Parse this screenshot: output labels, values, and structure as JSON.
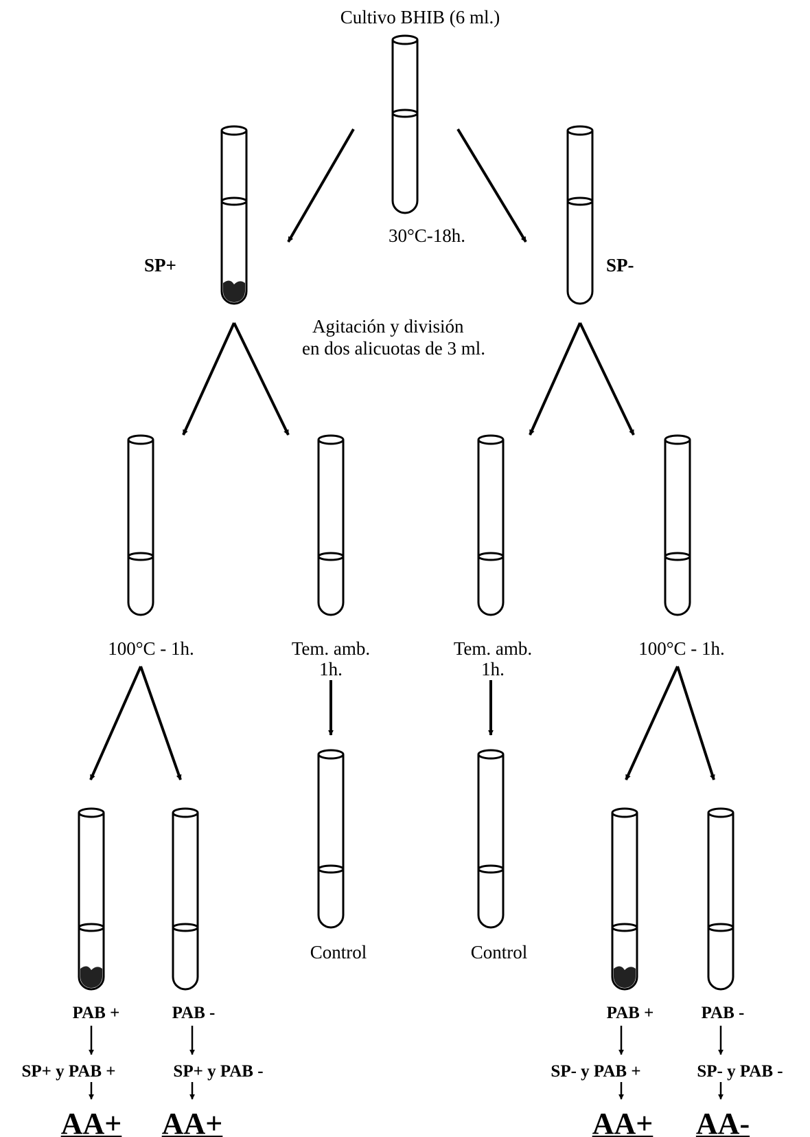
{
  "labels": {
    "top_culture": "Cultivo BHIB (6 ml.)",
    "incubation": "30°C-18h.",
    "sp_plus": "SP+",
    "sp_minus": "SP-",
    "agitation_line1": "Agitación y división",
    "agitation_line2": "en dos alicuotas de 3 ml.",
    "heat_left": "100°C - 1h.",
    "heat_right": "100°C - 1h.",
    "room_temp_left_line1": "Tem. amb.",
    "room_temp_left_line2": "1h.",
    "room_temp_right_line1": "Tem. amb.",
    "room_temp_right_line2": "1h.",
    "control_left": "Control",
    "control_right": "Control"
  },
  "outcomes": [
    {
      "pab": "PAB +",
      "combo": "SP+ y PAB +",
      "result": "AA+"
    },
    {
      "pab": "PAB -",
      "combo": "SP+ y PAB -",
      "result": "AA+"
    },
    {
      "pab": "PAB +",
      "combo": "SP- y PAB +",
      "result": "AA+"
    },
    {
      "pab": "PAB -",
      "combo": "SP- y PAB -",
      "result": "AA-"
    }
  ]
}
